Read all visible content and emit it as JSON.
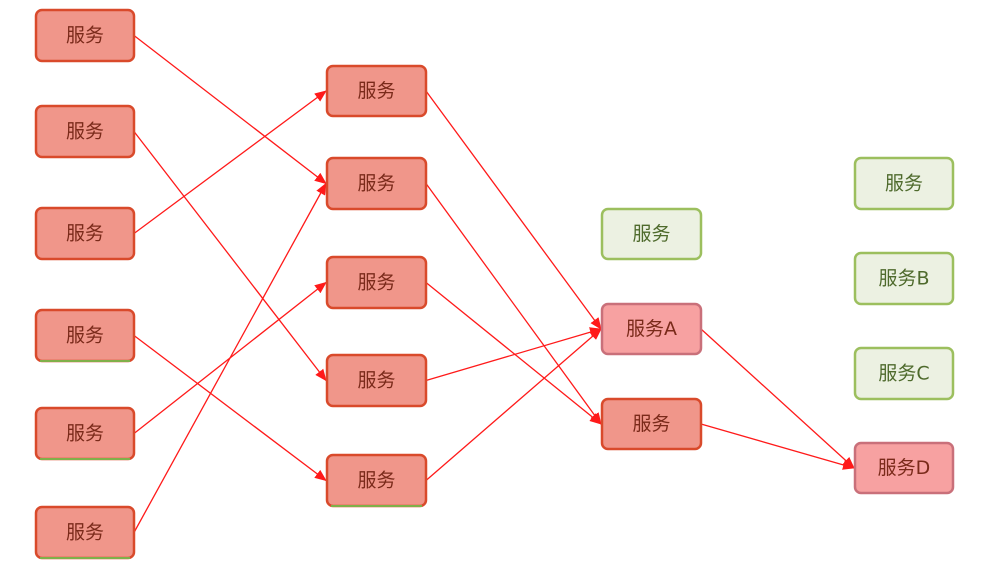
{
  "diagram": {
    "colors": {
      "failed_fill": "#f0968a",
      "failed_border": "#d94a2b",
      "failed_alt_border": "#7fb04a",
      "highlight_fill": "#f7a1a1",
      "highlight_border": "#c9707a",
      "healthy_fill": "#ecf1e2",
      "healthy_border": "#9cbf5e",
      "failed_text": "#7a2a1a",
      "healthy_text": "#4e6a2c",
      "edge": "#ff1a1a"
    },
    "nodes": [
      {
        "id": "c1r1",
        "label": "服务",
        "status": "failed"
      },
      {
        "id": "c1r2",
        "label": "服务",
        "status": "failed"
      },
      {
        "id": "c1r3",
        "label": "服务",
        "status": "failed"
      },
      {
        "id": "c1r4",
        "label": "服务",
        "status": "failed-alt"
      },
      {
        "id": "c1r5",
        "label": "服务",
        "status": "failed-alt"
      },
      {
        "id": "c1r6",
        "label": "服务",
        "status": "failed-alt"
      },
      {
        "id": "c2r1",
        "label": "服务",
        "status": "failed"
      },
      {
        "id": "c2r2",
        "label": "服务",
        "status": "failed"
      },
      {
        "id": "c2r3",
        "label": "服务",
        "status": "failed"
      },
      {
        "id": "c2r4",
        "label": "服务",
        "status": "failed"
      },
      {
        "id": "c2r5",
        "label": "服务",
        "status": "failed-alt"
      },
      {
        "id": "c3top",
        "label": "服务",
        "status": "healthy"
      },
      {
        "id": "svcA",
        "label": "服务A",
        "status": "highlight"
      },
      {
        "id": "c3bot",
        "label": "服务",
        "status": "failed"
      },
      {
        "id": "c4r1",
        "label": "服务",
        "status": "healthy"
      },
      {
        "id": "svcB",
        "label": "服务B",
        "status": "healthy"
      },
      {
        "id": "svcC",
        "label": "服务C",
        "status": "healthy"
      },
      {
        "id": "svcD",
        "label": "服务D",
        "status": "highlight"
      }
    ],
    "edges": [
      {
        "from": "c1r1",
        "to": "c2r2"
      },
      {
        "from": "c1r2",
        "to": "c2r4"
      },
      {
        "from": "c1r3",
        "to": "c2r1"
      },
      {
        "from": "c1r4",
        "to": "c2r5"
      },
      {
        "from": "c1r5",
        "to": "c2r3"
      },
      {
        "from": "c1r6",
        "to": "c2r2"
      },
      {
        "from": "c2r1",
        "to": "svcA"
      },
      {
        "from": "c2r2",
        "to": "c3bot"
      },
      {
        "from": "c2r3",
        "to": "c3bot"
      },
      {
        "from": "c2r4",
        "to": "svcA"
      },
      {
        "from": "c2r5",
        "to": "svcA"
      },
      {
        "from": "svcA",
        "to": "svcD"
      },
      {
        "from": "c3bot",
        "to": "svcD"
      }
    ]
  }
}
